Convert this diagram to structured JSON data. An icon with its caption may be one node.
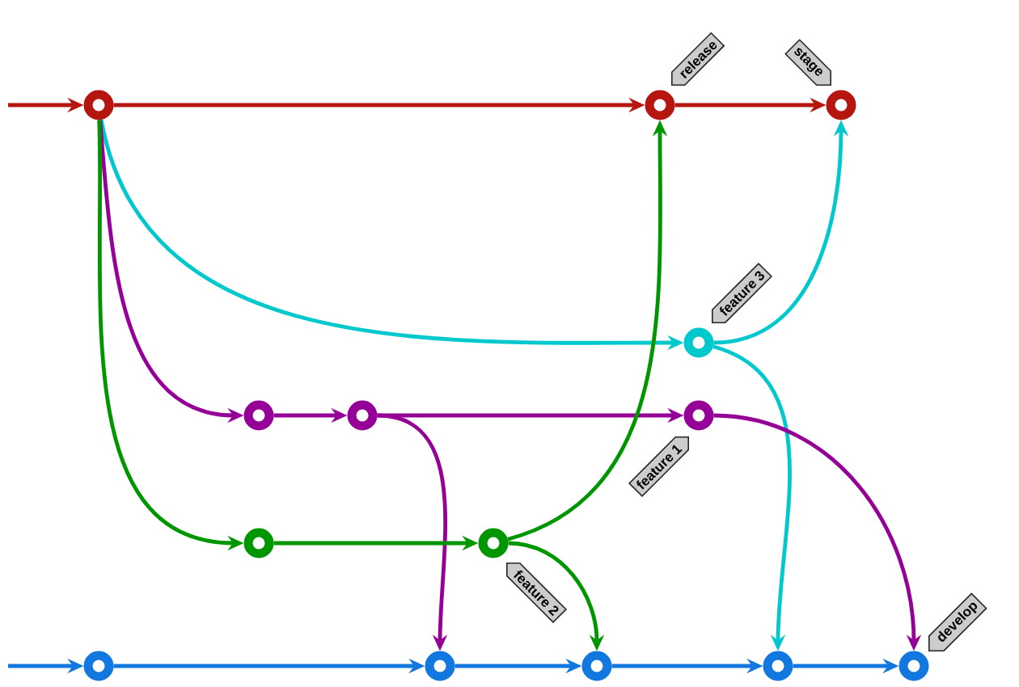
{
  "diagram": {
    "nodes": [
      {
        "text": [],
        "shape": "circle"
      },
      {
        "text": [],
        "shape": "circle"
      },
      {
        "text": [],
        "shape": "circle"
      },
      {
        "text": [],
        "shape": "circle"
      },
      {
        "text": [],
        "shape": "circle"
      },
      {
        "text": [],
        "shape": "circle"
      },
      {
        "text": [],
        "shape": "circle"
      },
      {
        "text": [],
        "shape": "circle"
      },
      {
        "text": [],
        "shape": "circle"
      },
      {
        "text": [],
        "shape": "circle"
      },
      {
        "text": [],
        "shape": "circle"
      },
      {
        "text": [],
        "shape": "circle"
      },
      {
        "text": [],
        "shape": "circle"
      },
      {
        "text": [],
        "shape": "circle"
      },
      {
        "text": [
          "release"
        ]
      },
      {
        "text": [
          "stage"
        ]
      },
      {
        "text": [
          "feature 3"
        ]
      },
      {
        "text": [
          "feature 1"
        ]
      },
      {
        "text": [
          "feature 2"
        ]
      },
      {
        "text": [
          "develop"
        ]
      }
    ],
    "edges": [
      {
        "from": null,
        "to": 0,
        "arrow": "to",
        "color": "#b5160f"
      },
      {
        "from": 0,
        "to": 1,
        "arrow": "to",
        "color": "#b5160f"
      },
      {
        "from": 1,
        "to": 2,
        "arrow": "to",
        "color": "#b5160f"
      },
      {
        "from": 0,
        "to": 3,
        "arrow": "to",
        "color": "#00c8cc"
      },
      {
        "from": 3,
        "to": 2,
        "arrow": "to",
        "color": "#00c8cc"
      },
      {
        "from": 3,
        "to": 12,
        "arrow": "to",
        "color": "#00c8cc"
      },
      {
        "from": 0,
        "to": 4,
        "arrow": "to",
        "color": "#950096"
      },
      {
        "from": 4,
        "to": 5,
        "arrow": "to",
        "color": "#950096"
      },
      {
        "from": 5,
        "to": 6,
        "arrow": "to",
        "color": "#950096"
      },
      {
        "from": 5,
        "to": 10,
        "arrow": "to",
        "color": "#950096"
      },
      {
        "from": 6,
        "to": 13,
        "arrow": "to",
        "color": "#950096"
      },
      {
        "from": 0,
        "to": 7,
        "arrow": "to",
        "color": "#009600"
      },
      {
        "from": 7,
        "to": 8,
        "arrow": "to",
        "color": "#009600"
      },
      {
        "from": 8,
        "to": 1,
        "arrow": "to",
        "color": "#009600"
      },
      {
        "from": 8,
        "to": 11,
        "arrow": "to",
        "color": "#009600"
      },
      {
        "from": null,
        "to": 9,
        "arrow": "to",
        "color": "#1277de"
      },
      {
        "from": 9,
        "to": 10,
        "arrow": "to",
        "color": "#1277de"
      },
      {
        "from": 10,
        "to": 11,
        "arrow": "to",
        "color": "#1277de"
      },
      {
        "from": 11,
        "to": 12,
        "arrow": "to",
        "color": "#1277de"
      },
      {
        "from": 12,
        "to": 13,
        "arrow": "to",
        "color": "#1277de"
      }
    ]
  }
}
